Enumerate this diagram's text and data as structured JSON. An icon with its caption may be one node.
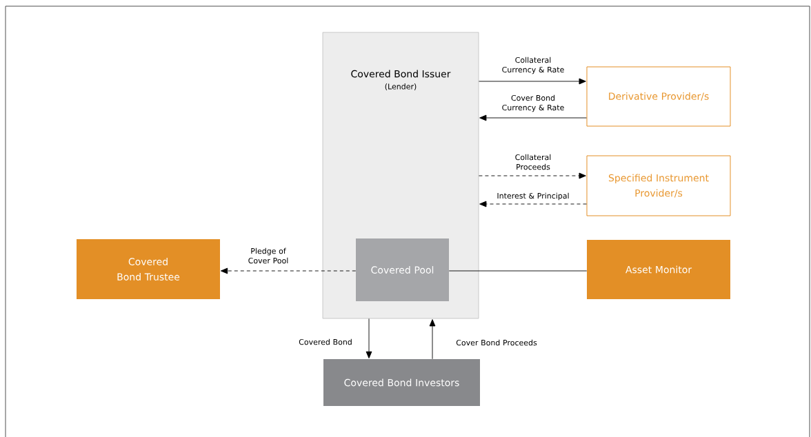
{
  "diagram": {
    "nodes": [
      {
        "text": [
          "Covered Bond Issuer",
          "(Lender)"
        ]
      },
      {
        "text": [
          "Derivative Provider/s"
        ]
      },
      {
        "text": [
          "Specified Instrument Provider/s"
        ]
      },
      {
        "text": [
          "Covered Bond Trustee"
        ]
      },
      {
        "text": [
          "Covered Pool"
        ],
        "in": 0
      },
      {
        "text": [
          "Asset Monitor"
        ]
      },
      {
        "text": [
          "Covered Bond Investors"
        ]
      }
    ],
    "edges": [
      {
        "from": 0,
        "to": 1,
        "arrow": "to",
        "label": "Collateral Currency & Rate"
      },
      {
        "from": 1,
        "to": 0,
        "arrow": "to",
        "label": "Cover Bond Currency & Rate"
      },
      {
        "from": 0,
        "to": 2,
        "arrow": "to",
        "label": "Collateral Proceeds",
        "style": "dashed"
      },
      {
        "from": 2,
        "to": 0,
        "arrow": "to",
        "label": "Interest & Principal",
        "style": "dashed"
      },
      {
        "from": 4,
        "to": 3,
        "arrow": "to",
        "label": "Pledge of Cover Pool",
        "style": "dashed"
      },
      {
        "from": 4,
        "to": 5,
        "arrow": "none"
      },
      {
        "from": 0,
        "to": 6,
        "arrow": "to",
        "label": "Covered Bond"
      },
      {
        "from": 6,
        "to": 0,
        "arrow": "to",
        "label": "Cover Bond Proceeds"
      }
    ]
  }
}
